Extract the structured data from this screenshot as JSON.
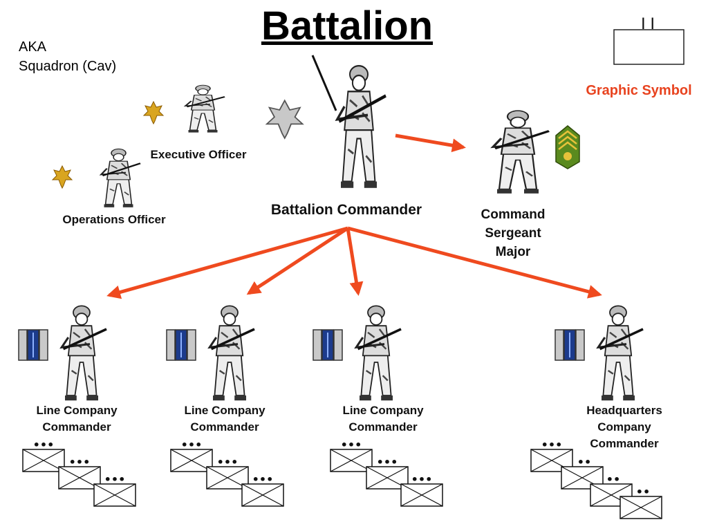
{
  "title": "Battalion",
  "aka": {
    "line1": "AKA",
    "line2": "Squadron (Cav)"
  },
  "graphic_symbol": {
    "label": "Graphic Symbol",
    "marking": "I I"
  },
  "staff": {
    "executive_officer": "Executive Officer",
    "operations_officer": "Operations Officer",
    "battalion_commander": "Battalion Commander",
    "command_sergeant_major": [
      "Command",
      "Sergeant",
      "Major"
    ]
  },
  "companies": [
    {
      "label": [
        "Line Company",
        "Commander"
      ],
      "platoon_dots": "•••"
    },
    {
      "label": [
        "Line Company",
        "Commander"
      ],
      "platoon_dots": "•••"
    },
    {
      "label": [
        "Line Company",
        "Commander"
      ],
      "platoon_dots": "•••"
    },
    {
      "label": [
        "Headquarters",
        "Company",
        "Commander"
      ],
      "platoon_dots": "••"
    }
  ],
  "colors": {
    "arrow": "#ef4a1f",
    "graphic_symbol_label": "#e8431f",
    "oak_leaf_gold": "#d9a520",
    "oak_leaf_silver": "#b8b8b8",
    "captain_bar_blue": "#1c3b8c",
    "sergeant_major_green": "#5a8a1e"
  },
  "icons": [
    "soldier-figure-icon",
    "oak-leaf-gold-icon",
    "oak-leaf-silver-icon",
    "captain-bar-icon",
    "sergeant-major-chevron-icon",
    "company-symbol-icon"
  ]
}
